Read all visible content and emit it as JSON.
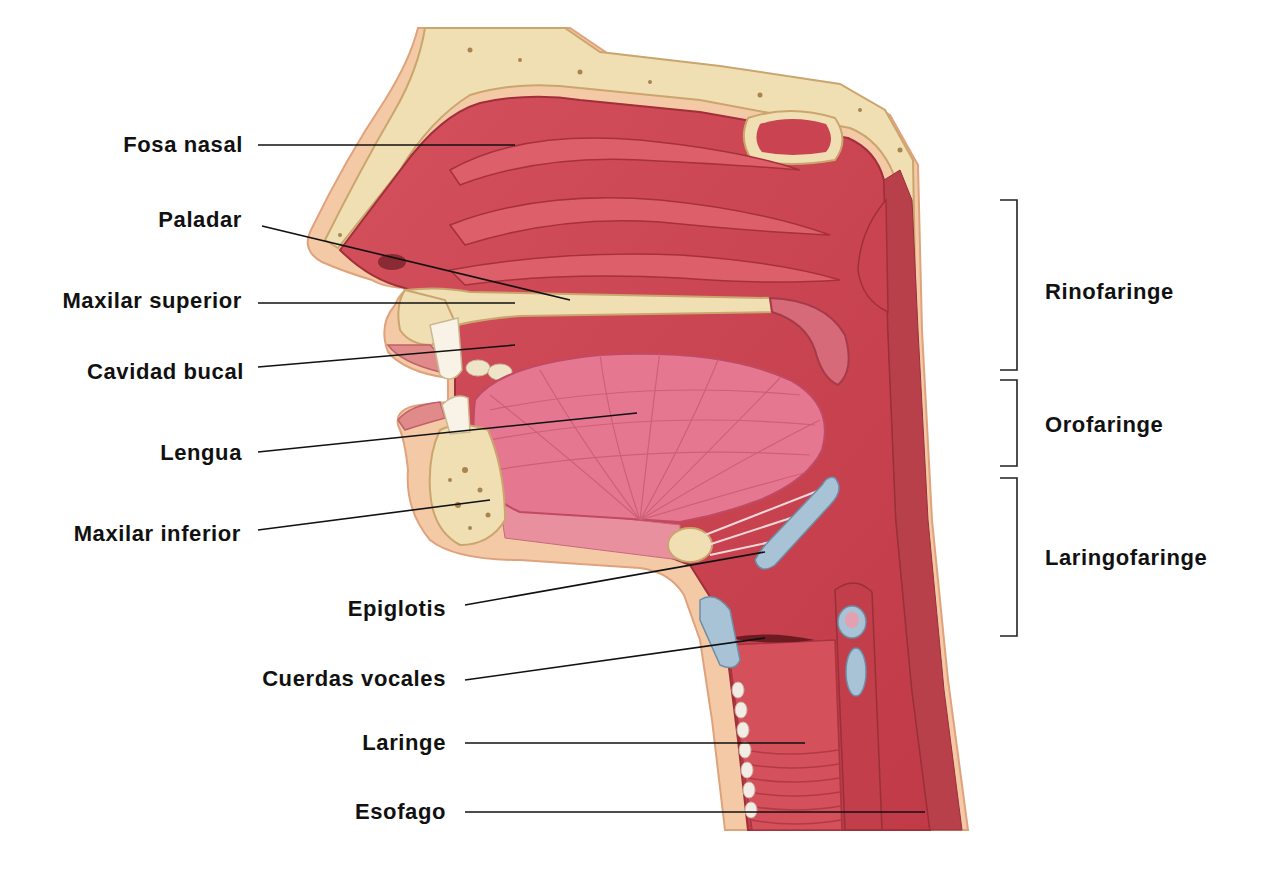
{
  "diagram": {
    "labels": [
      "Fosa nasal",
      "Paladar",
      "Maxilar superior",
      "Cavidad bucal",
      "Lengua",
      "Maxilar inferior",
      "Epiglotis",
      "Cuerdas vocales",
      "Laringe",
      "Esofago",
      "Rinofaringe",
      "Orofaringe",
      "Laringofaringe"
    ]
  }
}
